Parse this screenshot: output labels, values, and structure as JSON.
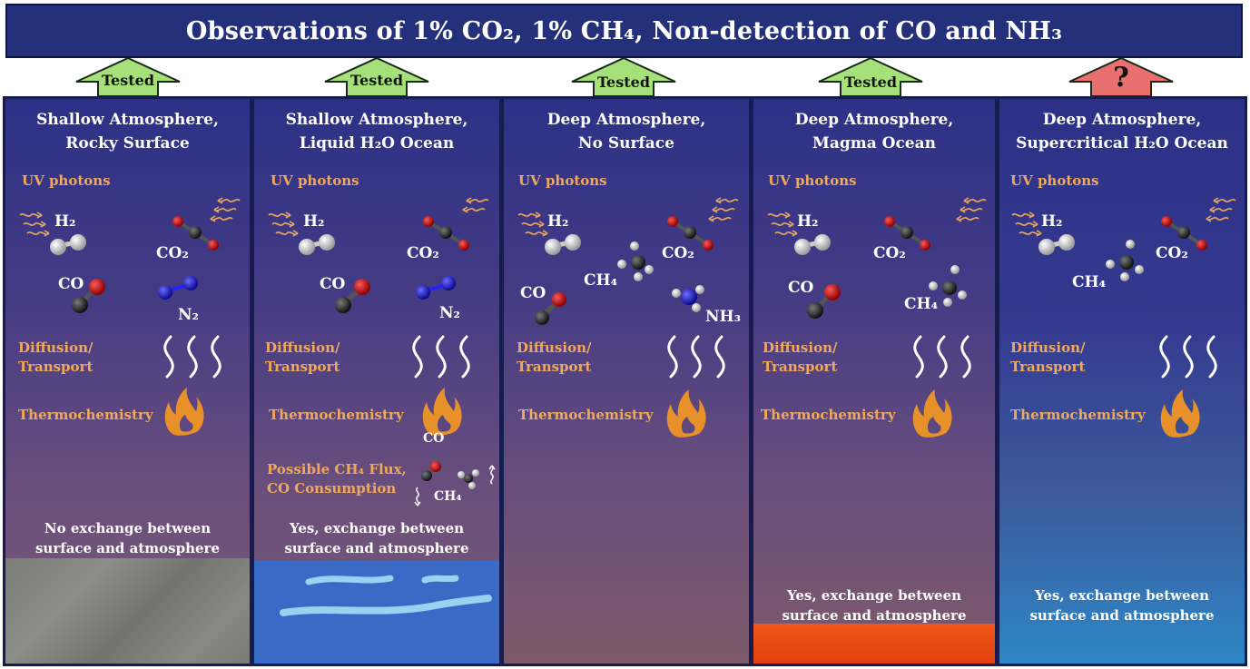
{
  "banner": {
    "title": "Observations of 1% CO₂, 1% CH₄, Non-detection of CO and NH₃"
  },
  "arrows": [
    {
      "label": "Tested",
      "color": "#a6e07a"
    },
    {
      "label": "Tested",
      "color": "#a6e07a"
    },
    {
      "label": "Tested",
      "color": "#a6e07a"
    },
    {
      "label": "Tested",
      "color": "#a6e07a"
    },
    {
      "label": "?",
      "color": "#e8706e"
    }
  ],
  "labels": {
    "uv": "UV photons",
    "diffusion": "Diffusion/",
    "transport": "Transport",
    "thermo": "Thermochemistry"
  },
  "molecules": {
    "h2": "H₂",
    "co2": "CO₂",
    "co": "CO",
    "n2": "N₂",
    "ch4": "CH₄",
    "nh3": "NH₃"
  },
  "panels": [
    {
      "title1": "Shallow Atmosphere,",
      "title2": "Rocky Surface",
      "exchange1": "No exchange between",
      "exchange2": "surface and atmosphere",
      "surface": "rock"
    },
    {
      "title1": "Shallow Atmosphere,",
      "title2": "Liquid H₂O Ocean",
      "exchange1": "Yes, exchange between",
      "exchange2": "surface and atmosphere",
      "flux1": "Possible CH₄ Flux,",
      "flux2": "CO Consumption",
      "surface": "water"
    },
    {
      "title1": "Deep Atmosphere,",
      "title2": "No Surface",
      "surface": "none"
    },
    {
      "title1": "Deep Atmosphere,",
      "title2": "Magma Ocean",
      "exchange1": "Yes, exchange between",
      "exchange2": "surface and atmosphere",
      "surface": "magma"
    },
    {
      "title1": "Deep Atmosphere,",
      "title2": "Supercritical H₂O Ocean",
      "exchange1": "Yes, exchange between",
      "exchange2": "surface and atmosphere",
      "surface": "supercritical"
    }
  ],
  "colors": {
    "label_orange": "#f0a95c",
    "banner": "#24307a",
    "tested_green": "#a6e07a",
    "unknown_red": "#e8706e"
  }
}
